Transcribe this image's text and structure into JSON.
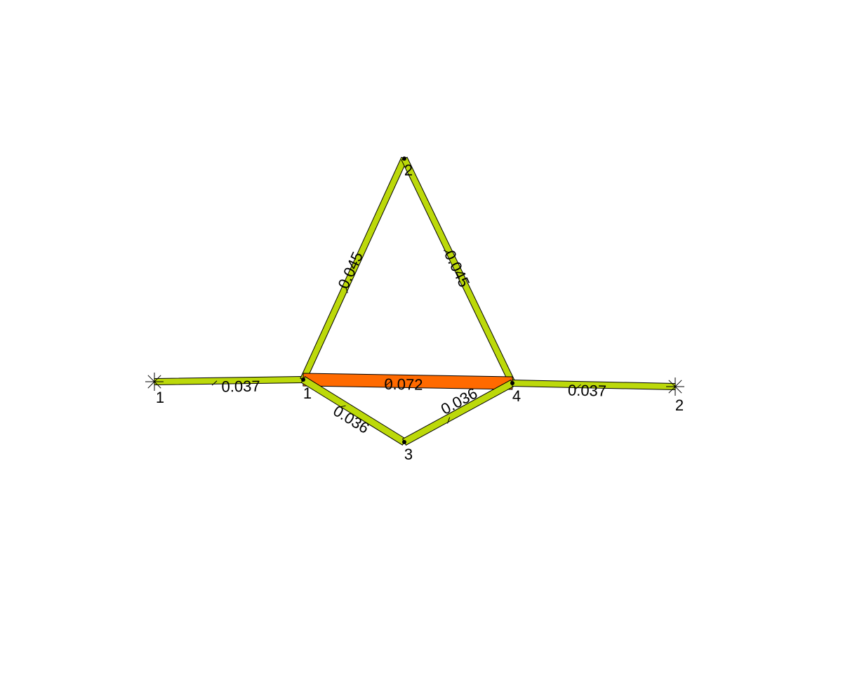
{
  "diagram": {
    "colors": {
      "edge_default": "#bcd90a",
      "edge_highlight": "#ff6a00",
      "outline": "#000000",
      "background": "#ffffff"
    },
    "terminals": [
      {
        "id": "t1",
        "label": "1"
      },
      {
        "id": "t2",
        "label": "2"
      }
    ],
    "nodes": [
      {
        "id": "n1",
        "label": "1"
      },
      {
        "id": "n2",
        "label": "2"
      },
      {
        "id": "n3",
        "label": "3"
      },
      {
        "id": "n4",
        "label": "4"
      }
    ],
    "edges": [
      {
        "id": "e-t1-n1",
        "from": "t1",
        "to": "n1",
        "value": "0.037",
        "highlight": false
      },
      {
        "id": "e-n1-n2",
        "from": "n1",
        "to": "n2",
        "value": "0.045",
        "highlight": false
      },
      {
        "id": "e-n2-n4",
        "from": "n2",
        "to": "n4",
        "value": "0.045",
        "highlight": false
      },
      {
        "id": "e-n1-n4",
        "from": "n1",
        "to": "n4",
        "value": "0.072",
        "highlight": true
      },
      {
        "id": "e-n1-n3",
        "from": "n1",
        "to": "n3",
        "value": "0.036",
        "highlight": false
      },
      {
        "id": "e-n3-n4",
        "from": "n3",
        "to": "n4",
        "value": "0.036",
        "highlight": false
      },
      {
        "id": "e-n4-t2",
        "from": "n4",
        "to": "t2",
        "value": "0.037",
        "highlight": false
      }
    ]
  }
}
